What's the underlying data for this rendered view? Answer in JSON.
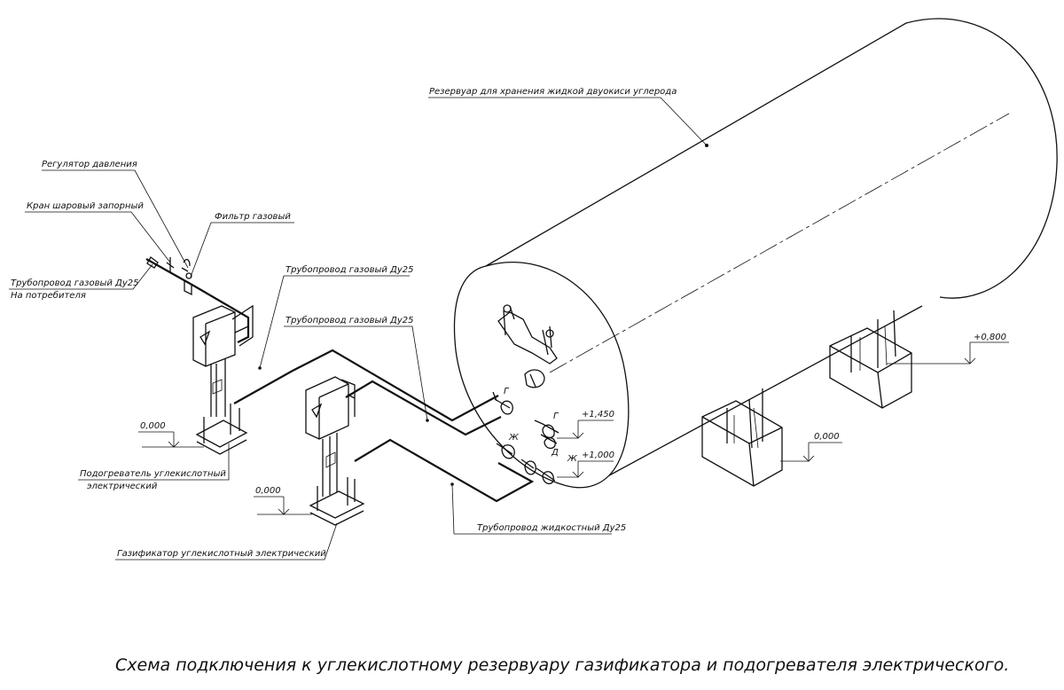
{
  "labels": {
    "reservoir": "Резервуар для хранения жидкой двуокиси углерода",
    "pressure_regulator": "Регулятор давления",
    "ball_valve": "Кран шаровый запорный",
    "gas_filter": "Фильтр газовый",
    "gas_pipe_consumer_line1": "Трубопровод газовый Ду25",
    "gas_pipe_consumer_line2": "На потребителя",
    "gas_pipe_1": "Трубопровод газовый Ду25",
    "gas_pipe_2": "Трубопровод газовый Ду25",
    "heater_line1": "Подогреватель углекислотный",
    "heater_line2": "электрический",
    "gasifier": "Газификатор углекислотный электрический",
    "liquid_pipe": "Трубопровод жидкостный Ду25",
    "level_0800": "+0,800",
    "level_1450": "+1,450",
    "level_1000": "+1,000",
    "level_zero_1": "0,000",
    "level_zero_2": "0,000",
    "level_zero_3": "0,000",
    "valve_g1": "Г",
    "valve_g2": "Г",
    "valve_zh1": "Ж",
    "valve_zh2": "Ж",
    "valve_d": "Д"
  },
  "caption": "Схема подключения к углекислотному резервуару газификатора и подогревателя электрического."
}
